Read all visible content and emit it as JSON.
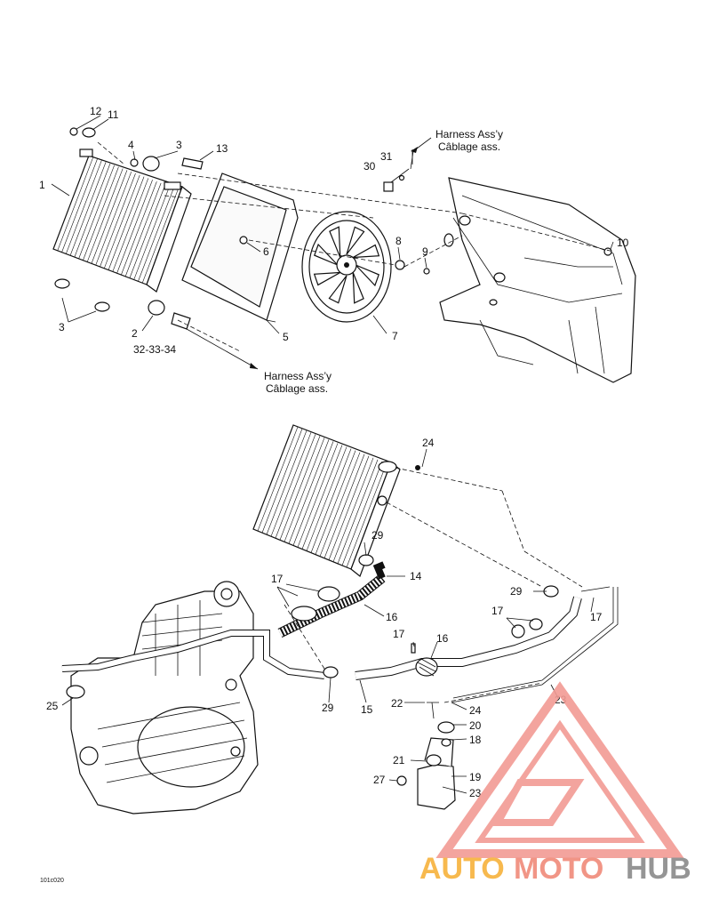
{
  "labels": {
    "top": [
      {
        "id": "1",
        "text": "1"
      },
      {
        "id": "2",
        "text": "2"
      },
      {
        "id": "3a",
        "text": "3"
      },
      {
        "id": "3b",
        "text": "3"
      },
      {
        "id": "4",
        "text": "4"
      },
      {
        "id": "5",
        "text": "5"
      },
      {
        "id": "6",
        "text": "6"
      },
      {
        "id": "7",
        "text": "7"
      },
      {
        "id": "8",
        "text": "8"
      },
      {
        "id": "9",
        "text": "9"
      },
      {
        "id": "10",
        "text": "10"
      },
      {
        "id": "11",
        "text": "11"
      },
      {
        "id": "12",
        "text": "12"
      },
      {
        "id": "13",
        "text": "13"
      },
      {
        "id": "30",
        "text": "30"
      },
      {
        "id": "31",
        "text": "31"
      },
      {
        "id": "32",
        "text": "32-33-34"
      }
    ],
    "bottom": [
      {
        "id": "14",
        "text": "14"
      },
      {
        "id": "15",
        "text": "15"
      },
      {
        "id": "16a",
        "text": "16"
      },
      {
        "id": "16b",
        "text": "16"
      },
      {
        "id": "17a",
        "text": "17"
      },
      {
        "id": "17b",
        "text": "17"
      },
      {
        "id": "17c",
        "text": "17"
      },
      {
        "id": "17d",
        "text": "17"
      },
      {
        "id": "18",
        "text": "18"
      },
      {
        "id": "19",
        "text": "19"
      },
      {
        "id": "20",
        "text": "20"
      },
      {
        "id": "21",
        "text": "21"
      },
      {
        "id": "22",
        "text": "22"
      },
      {
        "id": "23a",
        "text": "23"
      },
      {
        "id": "23b",
        "text": "23"
      },
      {
        "id": "24a",
        "text": "24"
      },
      {
        "id": "24b",
        "text": "24"
      },
      {
        "id": "25",
        "text": "25"
      },
      {
        "id": "27",
        "text": "27"
      },
      {
        "id": "29a",
        "text": "29"
      },
      {
        "id": "29b",
        "text": "29"
      },
      {
        "id": "29c",
        "text": "29"
      }
    ]
  },
  "harness_top": {
    "line1": "Harness Ass’y",
    "line2": "Câblage ass."
  },
  "harness_mid": {
    "line1": "Harness Ass’y",
    "line2": "Câblage ass."
  },
  "figure_ref": "101c020",
  "watermark": {
    "auto": "AUTO",
    "moto": "MOTO",
    "hub": "HUB",
    "colors": {
      "auto": "#f7b23b",
      "moto": "#f08a7a",
      "hub": "#8a8a8a",
      "logo": "#f29b94"
    }
  }
}
